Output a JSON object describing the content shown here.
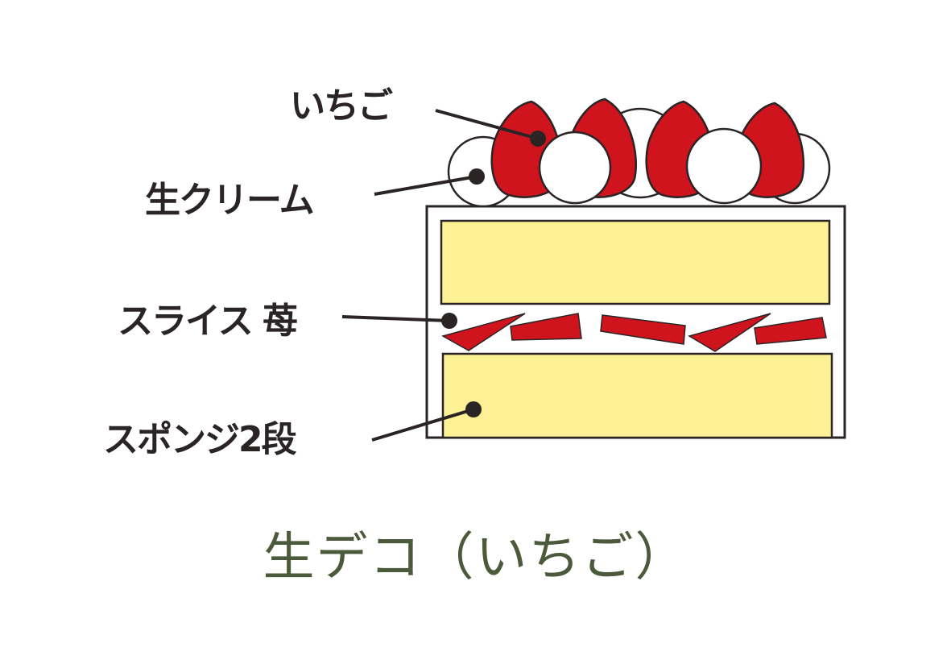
{
  "title": "生デコ（いちご）",
  "labels": {
    "strawberry": "いちご",
    "cream": "生クリーム",
    "sliced_strawberry": "スライス 苺",
    "sponge": "スポンジ2段"
  },
  "colors": {
    "strawberry": "#d0141e",
    "sponge": "#fdf095",
    "outline": "#2a2424",
    "caption": "#4a5a3a",
    "cream": "#ffffff"
  }
}
